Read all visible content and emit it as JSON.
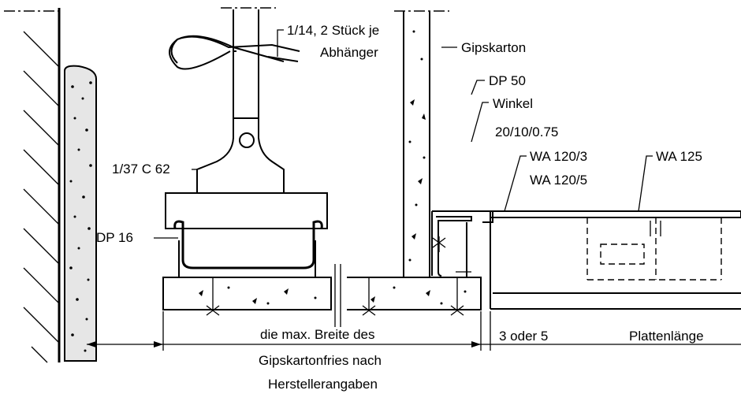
{
  "labels": {
    "hanger_clip": "1/14, 2 Stück je",
    "hanger_clip_2": "Abhänger",
    "hanger": "1/37 C 62",
    "gypsum_board": "Gipskarton",
    "dp50": "DP 50",
    "angle": "Winkel",
    "angle_dims": "20/10/0.75",
    "wa120_3": "WA 120/3",
    "wa120_5": "WA 120/5",
    "wa125": "WA 125",
    "dp16": "DP 16",
    "width_note_1": "die max. Breite des",
    "width_note_2": "Gipskartonfries nach",
    "width_note_3": "Herstellerangaben",
    "gap": "3 oder 5",
    "panel_length": "Plattenlänge"
  }
}
